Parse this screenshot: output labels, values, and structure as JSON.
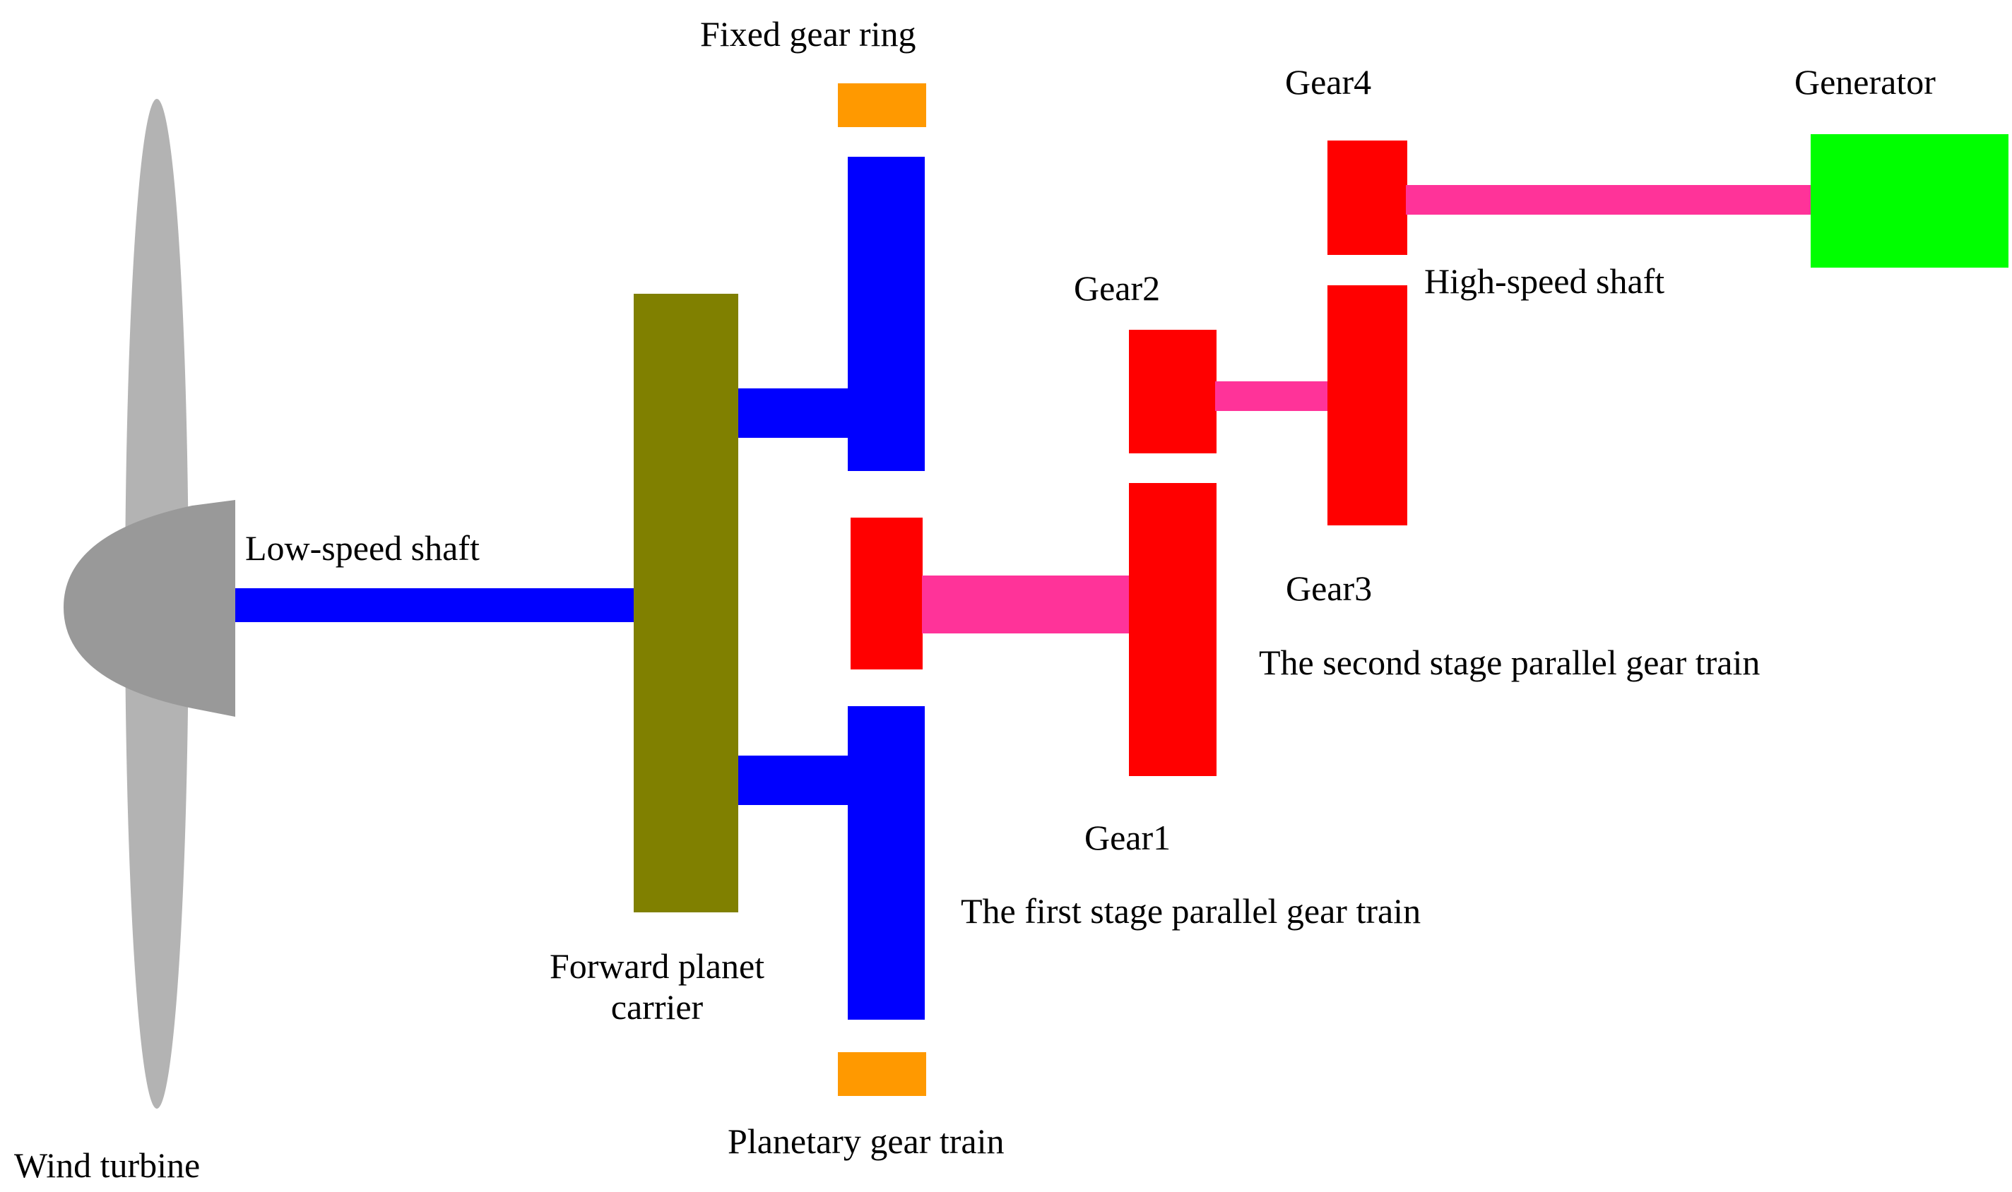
{
  "colors": {
    "background": "#ffffff",
    "blade": "#b3b3b3",
    "hub": "#999999",
    "planetary_shaft": "#0000ff",
    "carrier": "#808000",
    "gear": "#ff0000",
    "shaft_pink": "#ff3399",
    "ring": "#ff9900",
    "generator": "#00ff00"
  },
  "labels": {
    "fixed_gear_ring": "Fixed gear ring",
    "gear4": "Gear4",
    "generator": "Generator",
    "gear2": "Gear2",
    "high_speed_shaft": "High-speed shaft",
    "low_speed_shaft": "Low-speed shaft",
    "gear3": "Gear3",
    "second_stage": "The second stage parallel gear train",
    "gear1": "Gear1",
    "first_stage": "The first stage parallel gear train",
    "forward_planet_carrier_line1": "Forward planet",
    "forward_planet_carrier_line2": "carrier",
    "planetary_gear_train": "Planetary gear train",
    "wind_turbine": "Wind turbine"
  },
  "components": {
    "wind_turbine": {
      "icon": "turbine-blade-icon"
    },
    "generator": {
      "icon": "generator-block"
    }
  }
}
